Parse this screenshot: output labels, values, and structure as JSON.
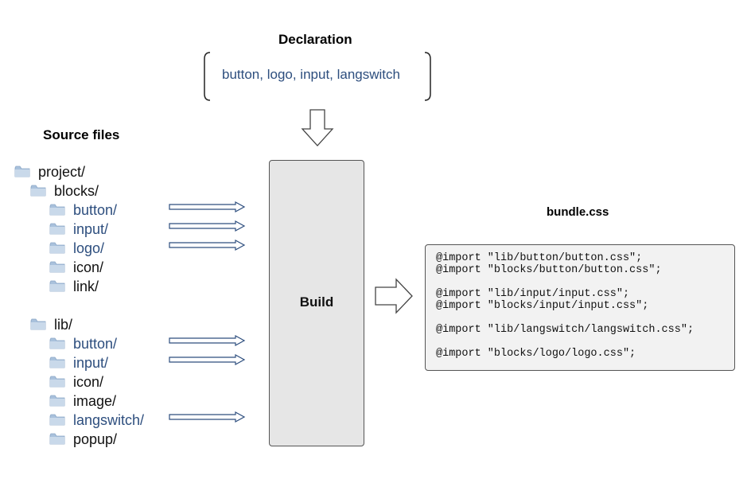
{
  "declaration": {
    "title": "Declaration",
    "text": "button, logo, input, langswitch"
  },
  "source_files": {
    "title": "Source files",
    "tree": [
      {
        "label": "project/",
        "highlight": false
      },
      {
        "label": "blocks/",
        "highlight": false
      },
      {
        "label": "button/",
        "highlight": true
      },
      {
        "label": "input/",
        "highlight": true
      },
      {
        "label": "logo/",
        "highlight": true
      },
      {
        "label": "icon/",
        "highlight": false
      },
      {
        "label": "link/",
        "highlight": false
      },
      {
        "label": "lib/",
        "highlight": false
      },
      {
        "label": "button/",
        "highlight": true
      },
      {
        "label": "input/",
        "highlight": true
      },
      {
        "label": "icon/",
        "highlight": false
      },
      {
        "label": "image/",
        "highlight": false
      },
      {
        "label": "langswitch/",
        "highlight": true
      },
      {
        "label": "popup/",
        "highlight": false
      }
    ]
  },
  "build": {
    "label": "Build"
  },
  "bundle": {
    "title": "bundle.css",
    "lines": [
      "@import \"lib/button/button.css\";",
      "@import \"blocks/button/button.css\";",
      "",
      "@import \"lib/input/input.css\";",
      "@import \"blocks/input/input.css\";",
      "",
      "@import \"lib/langswitch/langswitch.css\";",
      "",
      "@import \"blocks/logo/logo.css\";"
    ]
  },
  "colors": {
    "highlight_text": "#2d4e7e",
    "folder_fill": "#a9c1dc",
    "folder_tab": "#c9d9ea",
    "build_fill": "#e6e6e6",
    "bundle_fill": "#f2f2f2",
    "arrow_stroke": "#2d4e7e"
  }
}
